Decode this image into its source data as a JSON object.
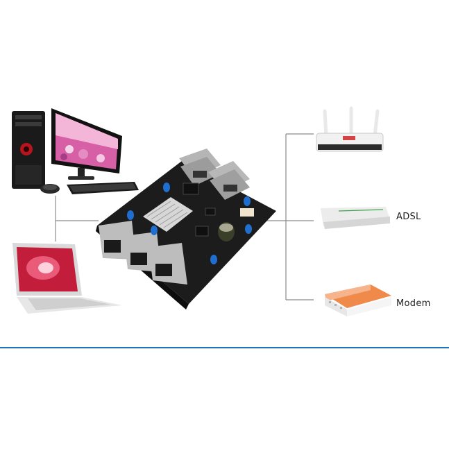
{
  "labels": {
    "adsl": "ADSL",
    "modem": "Modem"
  },
  "devices": {
    "left": [
      "desktop-computer",
      "laptop"
    ],
    "center": "ethernet-switch-board",
    "right": [
      "wireless-router",
      "adsl-modem",
      "modem"
    ]
  },
  "colors": {
    "rule": "#1e73b8",
    "connector_lines": "#8a8a8a",
    "pcb": "#1c1c1c",
    "accent_blue": "#1f6fd1",
    "modem_orange": "#f08a4b"
  }
}
